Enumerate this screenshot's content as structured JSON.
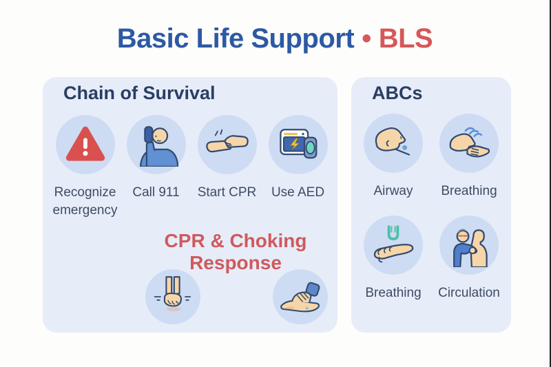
{
  "title": {
    "main": "Basic Life Support",
    "separator": "•",
    "accent": "BLS"
  },
  "colors": {
    "title_blue": "#2d59a4",
    "accent_red": "#d5585a",
    "panel_background": "#e7ecf9",
    "icon_circle_background": "#cddcf3",
    "heading_navy": "#293e63",
    "label_slate": "#3d4c63",
    "warning_red": "#d9514e"
  },
  "left_panel": {
    "heading": "Chain of Survival",
    "steps": [
      {
        "label": "Recognize emergency",
        "icon": "warning-triangle-icon"
      },
      {
        "label": "Call 911",
        "icon": "call-911-icon"
      },
      {
        "label": "Start CPR",
        "icon": "cpr-hands-icon"
      },
      {
        "label": "Use AED",
        "icon": "aed-device-icon"
      }
    ],
    "subheading": "CPR & Choking Response",
    "sub_icons": [
      {
        "icon": "chest-compressions-icon"
      },
      {
        "icon": "back-blows-icon"
      }
    ]
  },
  "right_panel": {
    "heading": "ABCs",
    "items": [
      {
        "label": "Airway",
        "icon": "airway-head-tilt-icon"
      },
      {
        "label": "Breathing",
        "icon": "breathing-check-icon"
      },
      {
        "label": "Breathing",
        "icon": "forceps-hand-icon"
      },
      {
        "label": "Circulation",
        "icon": "heimlich-maneuver-icon"
      }
    ]
  }
}
